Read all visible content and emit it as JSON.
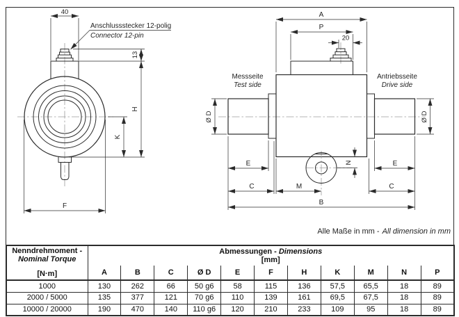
{
  "drawing": {
    "front_view": {
      "connector_label_de": "Anschlussstecker 12-polig",
      "connector_label_en": "Connector 12-pin",
      "dims": {
        "width_top": "40",
        "connector_height": "13",
        "h": "H",
        "k": "K",
        "f": "F"
      }
    },
    "side_view": {
      "test_side_de": "Messseite",
      "test_side_en": "Test side",
      "drive_side_de": "Antriebsseite",
      "drive_side_en": "Drive side",
      "dims": {
        "a": "A",
        "p": "P",
        "connector_offset": "20",
        "b": "B",
        "c": "C",
        "e": "E",
        "m": "M",
        "n": "N",
        "dia": "Ø D"
      }
    },
    "note_de": "Alle Maße in mm -",
    "note_en": "All dimension in mm",
    "colors": {
      "line": "#2b2b2b",
      "centerline": "#9c9c9c"
    }
  },
  "table": {
    "torque_header_de": "Nenndrehmoment -",
    "torque_header_en": "Nominal Torque",
    "torque_unit": "[N·m]",
    "dimensions_header_de": "Abmessungen -",
    "dimensions_header_en": "Dimensions",
    "dimensions_unit": "[mm]",
    "columns": [
      "A",
      "B",
      "C",
      "Ø D",
      "E",
      "F",
      "H",
      "K",
      "M",
      "N",
      "P"
    ],
    "rows": [
      {
        "torque": "1000",
        "values": [
          "130",
          "262",
          "66",
          "50 g6",
          "58",
          "115",
          "136",
          "57,5",
          "65,5",
          "18",
          "89"
        ]
      },
      {
        "torque": "2000 / 5000",
        "values": [
          "135",
          "377",
          "121",
          "70 g6",
          "110",
          "139",
          "161",
          "69,5",
          "67,5",
          "18",
          "89"
        ]
      },
      {
        "torque": "10000 / 20000",
        "values": [
          "190",
          "470",
          "140",
          "110 g6",
          "120",
          "210",
          "233",
          "109",
          "95",
          "18",
          "89"
        ]
      }
    ]
  }
}
